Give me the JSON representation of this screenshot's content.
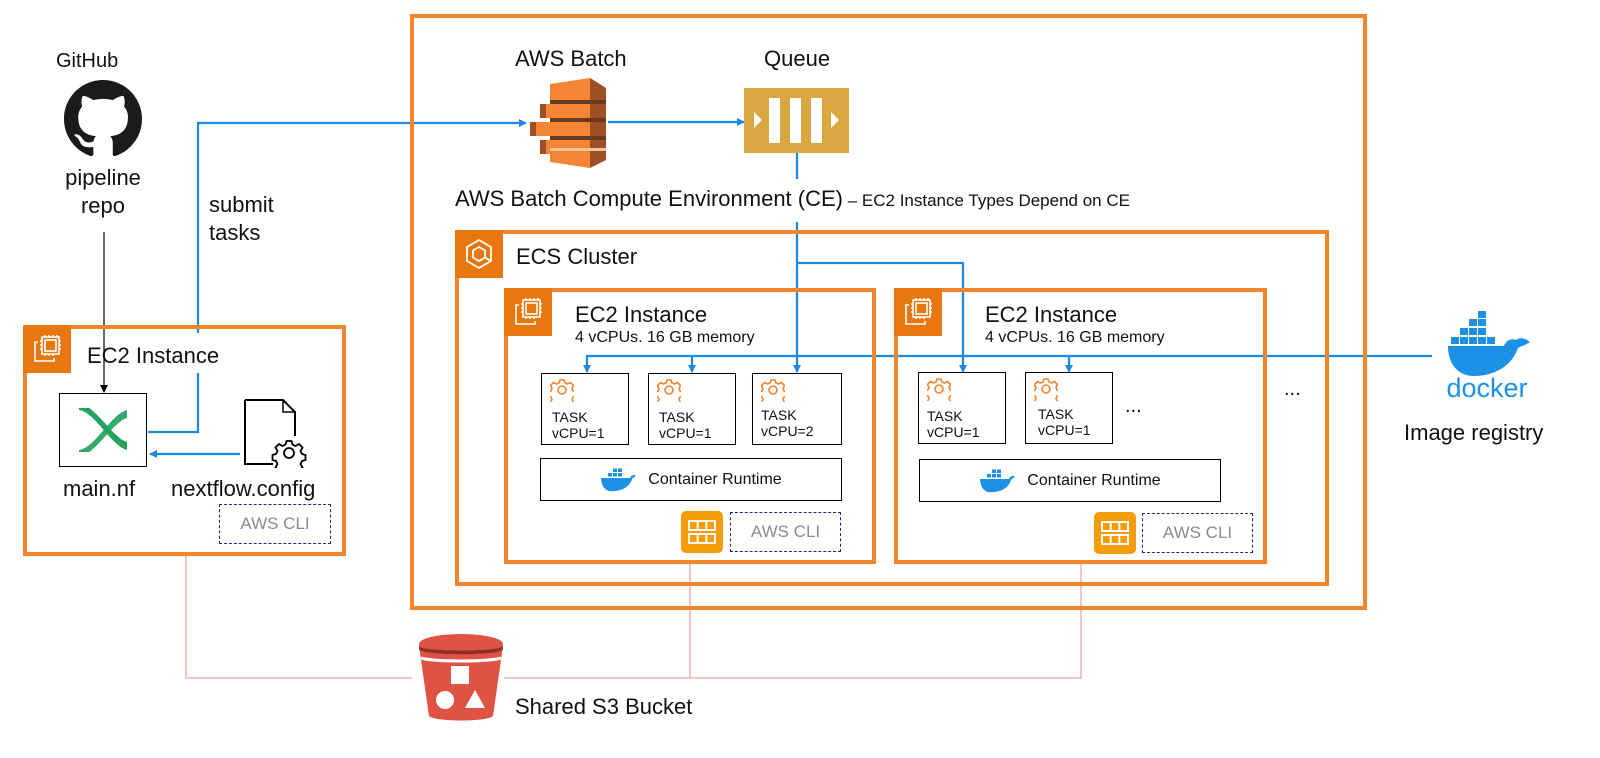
{
  "github": {
    "title": "GitHub",
    "label_line1": "pipeline",
    "label_line2": "repo",
    "icon": "github-octocat-icon"
  },
  "submit": {
    "line1": "submit",
    "line2": "tasks"
  },
  "local_ec2": {
    "title": "EC2 Instance",
    "main_file": "main.nf",
    "config_file": "nextflow.config",
    "cli": "AWS CLI"
  },
  "aws_batch": {
    "title": "AWS Batch"
  },
  "queue": {
    "title": "Queue"
  },
  "compute_env": {
    "title": "AWS Batch Compute Environment (CE)",
    "note": " – EC2 Instance Types Depend on CE"
  },
  "ecs_cluster": {
    "title": "ECS Cluster"
  },
  "instances": [
    {
      "title": "EC2 Instance",
      "spec": "4 vCPUs. 16 GB memory",
      "tasks": [
        {
          "label": "TASK",
          "vcpu": "vCPU=1"
        },
        {
          "label": "TASK",
          "vcpu": "vCPU=1"
        },
        {
          "label": "TASK",
          "vcpu": "vCPU=2"
        }
      ],
      "runtime": "Container Runtime",
      "cli": "AWS CLI"
    },
    {
      "title": "EC2 Instance",
      "spec": "4 vCPUs. 16 GB memory",
      "tasks": [
        {
          "label": "TASK",
          "vcpu": "vCPU=1"
        },
        {
          "label": "TASK",
          "vcpu": "vCPU=1"
        }
      ],
      "more": "...",
      "runtime": "Container Runtime",
      "cli": "AWS CLI"
    }
  ],
  "more_instances": "...",
  "docker": {
    "wordmark": "docker",
    "label": "Image registry"
  },
  "s3": {
    "label": "Shared S3 Bucket"
  },
  "colors": {
    "aws_orange": "#f5842a",
    "arrow_blue": "#1e88e5",
    "s3_red": "#e05243",
    "queue_gold": "#d9a741",
    "docker_blue": "#1d91e6"
  }
}
